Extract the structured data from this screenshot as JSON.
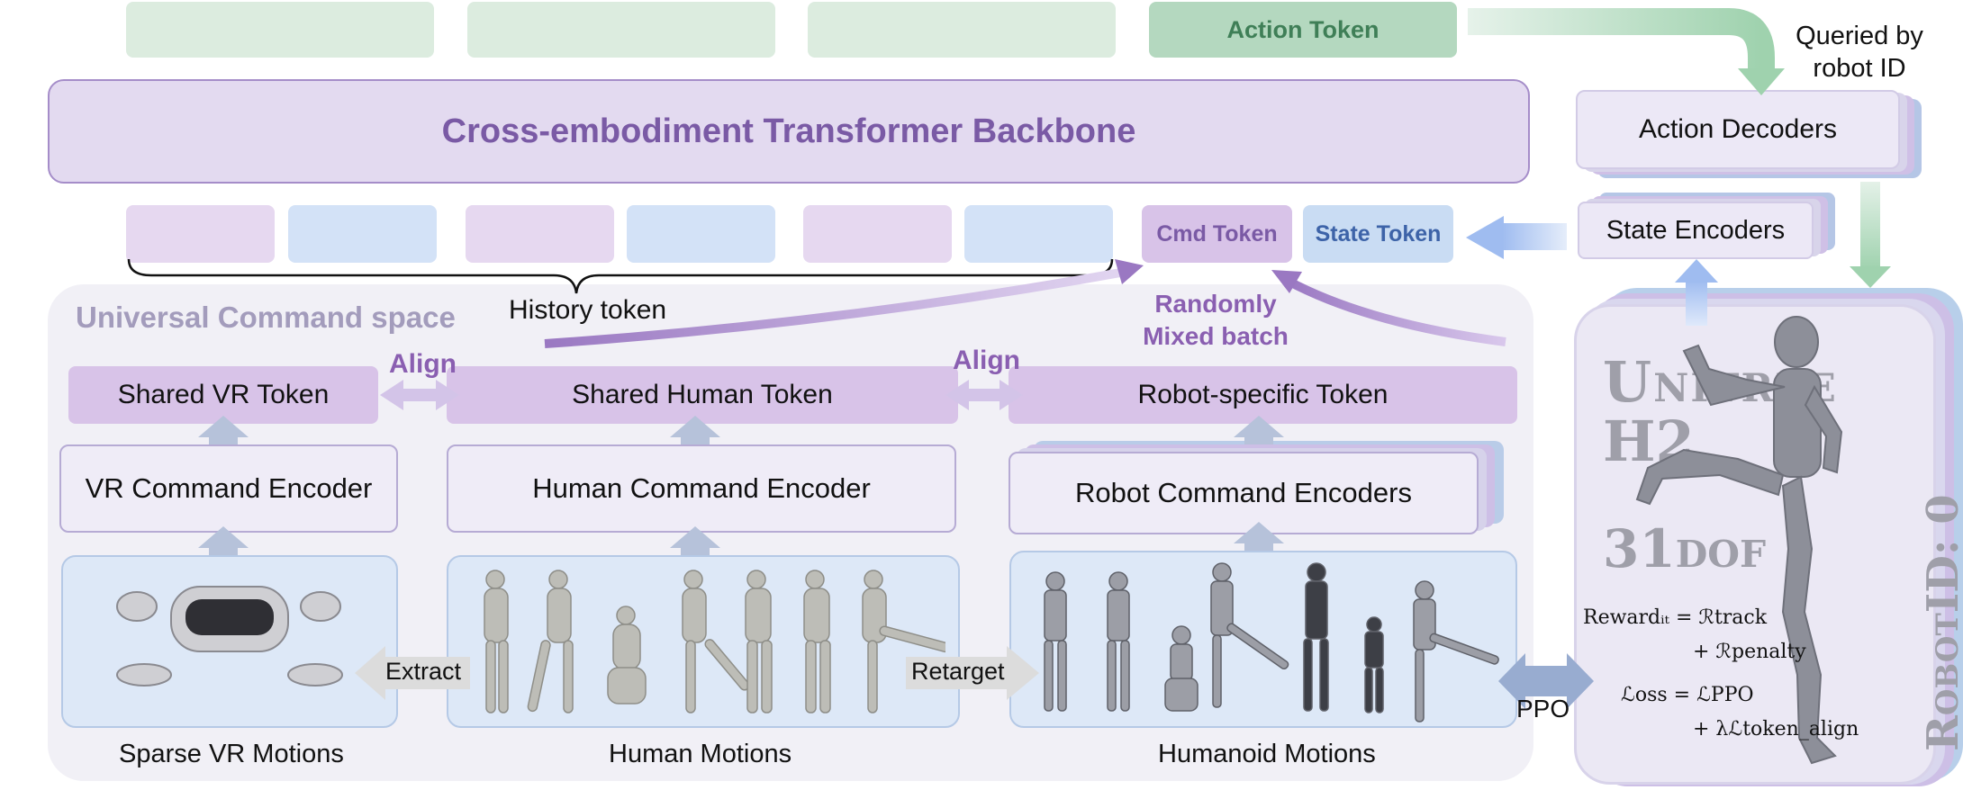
{
  "top_tokens": {
    "action_token": "Action Token"
  },
  "queried_label": "Queried by\nrobot ID",
  "backbone": {
    "title": "Cross-embodiment Transformer Backbone"
  },
  "decoders": {
    "action_decoders": "Action Decoders",
    "state_encoders": "State Encoders"
  },
  "tokens": {
    "cmd_token": "Cmd Token",
    "state_token": "State Token",
    "history_label": "History token"
  },
  "ucs": {
    "title": "Universal Command space",
    "randomly_mixed": "Randomly\nMixed batch",
    "align_label": "Align",
    "shared_vr_token": "Shared VR Token",
    "shared_human_token": "Shared Human Token",
    "robot_specific_token": "Robot-specific Token",
    "vr_encoder": "VR Command Encoder",
    "human_encoder": "Human Command Encoder",
    "robot_encoders": "Robot Command Encoders",
    "extract": "Extract",
    "retarget": "Retarget",
    "sparse_vr_motions": "Sparse VR Motions",
    "human_motions": "Human Motions",
    "humanoid_motions": "Humanoid Motions"
  },
  "robot_card": {
    "brand_line1": "Unitree",
    "brand_line2": "H2",
    "dof": "31dof",
    "robot_id": "RobotID: 0",
    "reward_line1": "Rewardᵢₜ = ℛtrack",
    "reward_line2": "+ ℛpenalty",
    "loss_line1": "ℒoss = ℒPPO",
    "loss_line2": "+ λℒtoken_align",
    "ppo": "PPO"
  },
  "colors": {
    "purple_text": "#7a5aa5",
    "purple_token": "#d8c3e8",
    "blue_token": "#c9dcf3",
    "green_token": "#c9e3d0",
    "backbone_fill": "#e3daf0"
  }
}
